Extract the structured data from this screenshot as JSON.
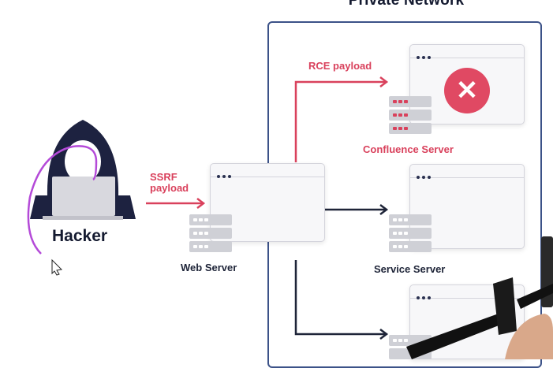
{
  "network": {
    "title": "Private Network"
  },
  "hacker": {
    "label": "Hacker"
  },
  "payloads": {
    "ssrf_line1": "SSRF",
    "ssrf_line2": "payload",
    "rce": "RCE payload"
  },
  "servers": {
    "web": "Web Server",
    "confluence": "Confluence Server",
    "service": "Service Server"
  },
  "error_glyph": "✕",
  "colors": {
    "accent_red": "#d9415c",
    "dark": "#141a30",
    "net_border": "#3c5288"
  }
}
